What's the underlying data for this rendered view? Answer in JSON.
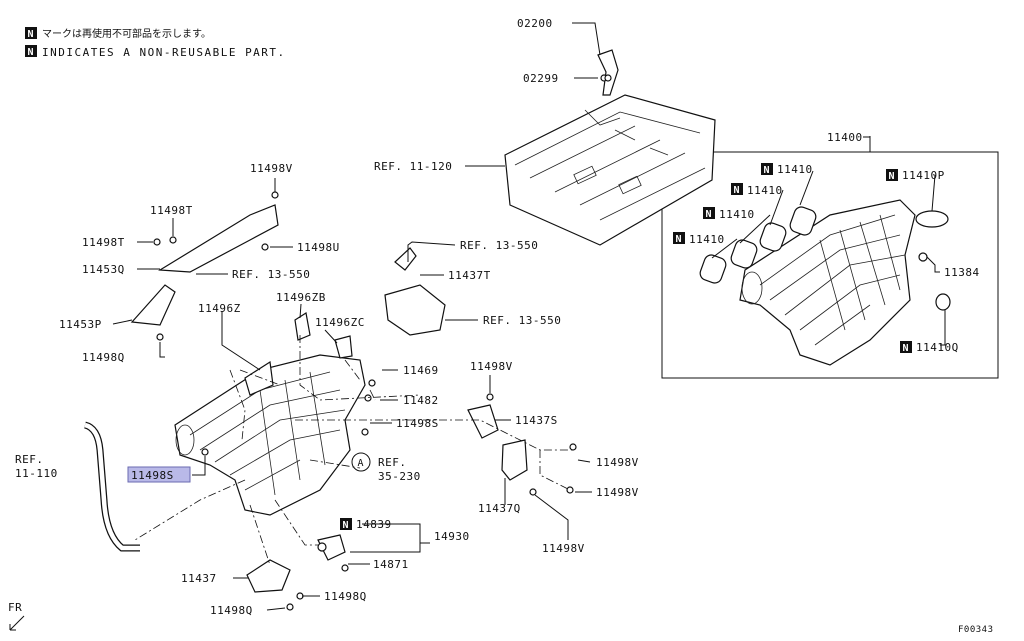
{
  "header": {
    "n_mark": "N",
    "note_jp": "マークは再使用不可部品を示します。",
    "note_en": "INDICATES A NON-REUSABLE PART."
  },
  "labels": {
    "l02200": "02200",
    "l02299": "02299",
    "ref11_120": "REF. 11-120",
    "l11400": "11400",
    "l11410a": "11410",
    "l11410b": "11410",
    "l11410c": "11410",
    "l11410d": "11410",
    "l11410p": "11410P",
    "l11384": "11384",
    "l11410q": "11410Q",
    "l11498v_top": "11498V",
    "l11498t_a": "11498T",
    "l11498t_b": "11498T",
    "l11498u": "11498U",
    "l11453q": "11453Q",
    "ref13_550_a": "REF. 13-550",
    "ref13_550_b": "REF. 13-550",
    "ref13_550_c": "REF. 13-550",
    "l11437t": "11437T",
    "l11453p": "11453P",
    "l11496z": "11496Z",
    "l11496zb": "11496ZB",
    "l11496zc": "11496ZC",
    "l11498q_left": "11498Q",
    "l11469": "11469",
    "l11482": "11482",
    "l11498v_mid": "11498V",
    "l11498s_mid": "11498S",
    "l11437s": "11437S",
    "ref11_110_a": "REF.",
    "ref11_110_b": "11-110",
    "l11498s_hl": "11498S",
    "circle_a": "A",
    "ref35_230_a": "REF.",
    "ref35_230_b": "35-230",
    "l11498v_r1": "11498V",
    "l11498v_r2": "11498V",
    "l11437q": "11437Q",
    "l14839": "14839",
    "l14930": "14930",
    "l14871": "14871",
    "l11498v_bot": "11498V",
    "l11437": "11437",
    "l11498q_b1": "11498Q",
    "l11498q_b2": "11498Q",
    "fr": "FR",
    "code": "F00343"
  },
  "colors": {
    "line": "#111111",
    "highlight": "#b9b9e8"
  }
}
